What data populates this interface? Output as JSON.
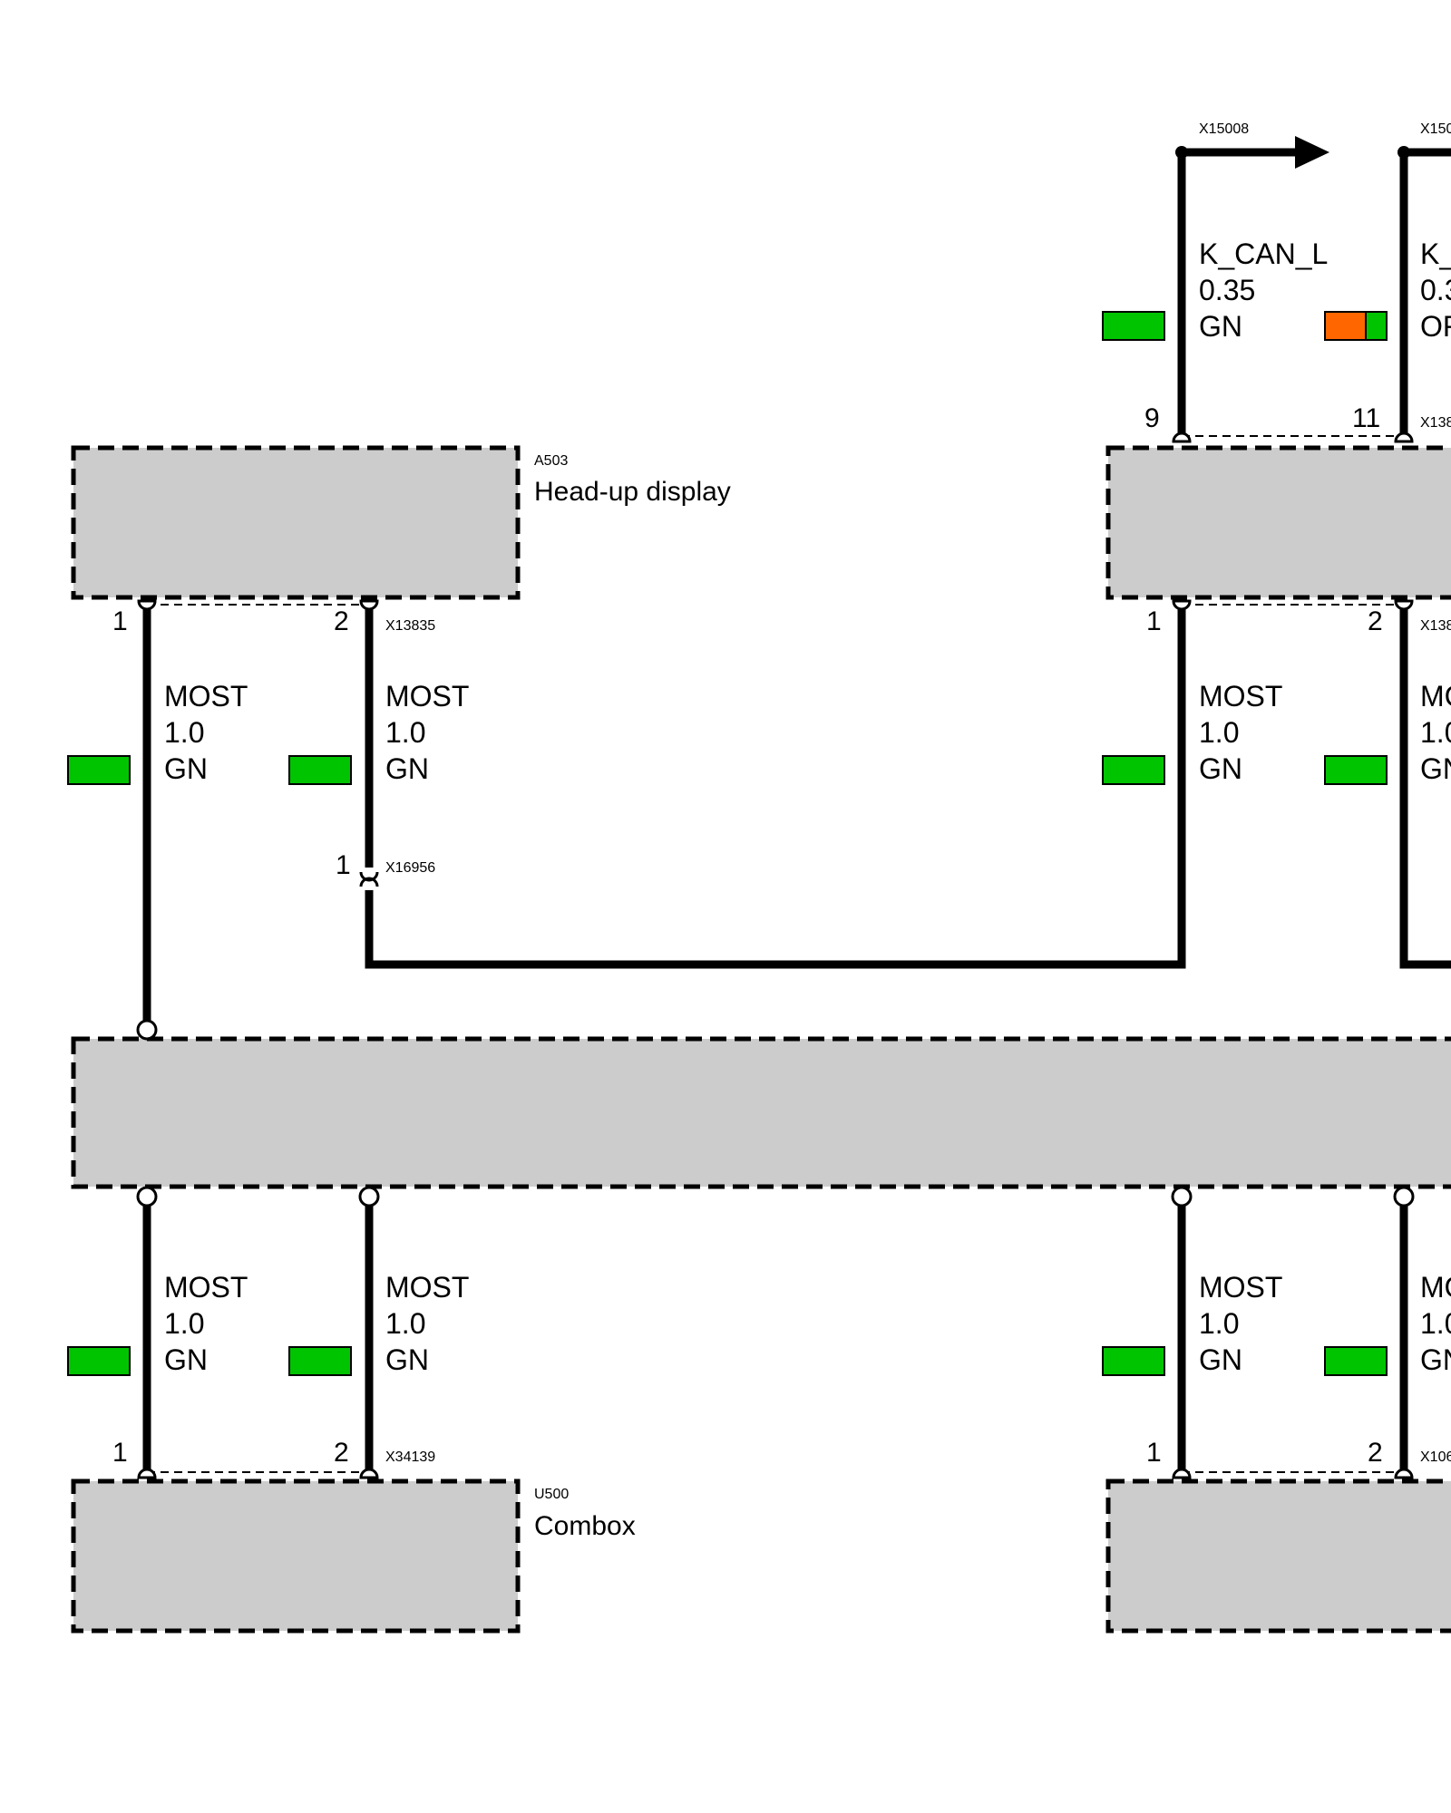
{
  "colors": {
    "GN": "#00c400",
    "OR": "#ff6600",
    "box_fill": "#cccccc",
    "wire": "#000000"
  },
  "components": {
    "a503": {
      "id": "A503",
      "name": "Head-up display"
    },
    "u500": {
      "id": "U500",
      "name": "Combox"
    }
  },
  "connectors": {
    "x15008": "X15008",
    "x150_partial": "X150",
    "x13835": "X13835",
    "x138_top": "X138",
    "x138_bottom": "X138",
    "x16956": "X16956",
    "x34139": "X34139",
    "x106": "X106"
  },
  "pins": {
    "p9": "9",
    "p11": "11",
    "hud1": "1",
    "hud2": "2",
    "r1": "1",
    "r2": "2",
    "x16956_1": "1",
    "cb1": "1",
    "cb2": "2",
    "br1": "1",
    "br2": "2"
  },
  "wires": {
    "kcan_l": {
      "signal": "K_CAN_L",
      "size": "0.35",
      "color": "GN"
    },
    "kcan_partial": {
      "signal": "K_",
      "size": "0.3",
      "color": "OR"
    },
    "most_generic": {
      "signal": "MOST",
      "size": "1.0",
      "color": "GN"
    },
    "most_partial": {
      "signal": "MO",
      "size": "1.0",
      "color": "GN"
    },
    "most_partial_b": {
      "signal": "MC",
      "size": "1.0",
      "color": "GN"
    }
  }
}
